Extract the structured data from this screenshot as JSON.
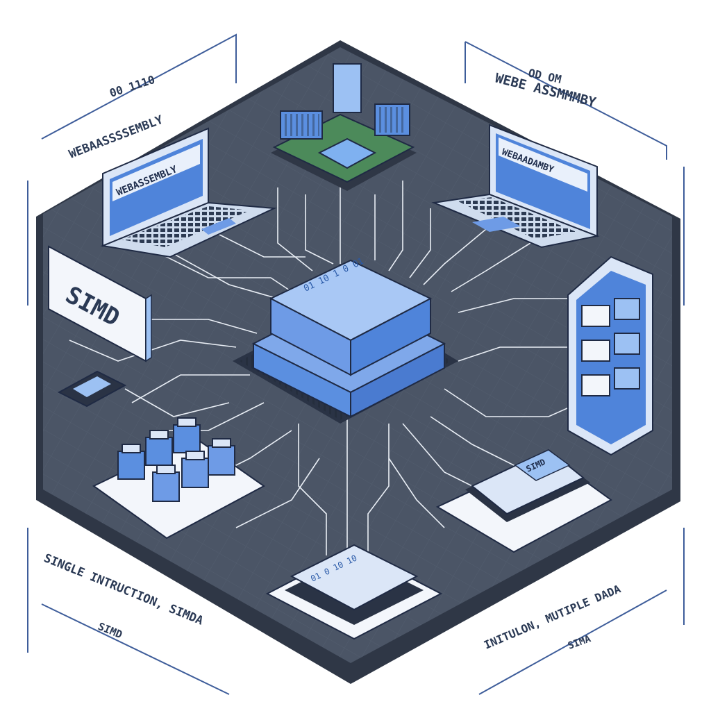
{
  "labels": {
    "binary_top_left": "00 1110",
    "title_left": "WEBAASSSSEMBLY",
    "code_top_right": "OD OM",
    "title_right": "WEBE ASSMMMBY",
    "laptop_left_screen": "WEBASSEMBLY",
    "laptop_right_screen": "WEBAADAMBY",
    "simd_sign": "SIMD",
    "chip_right_label": "SIMD",
    "bottom_left_caption": "SINGLE INTRUCTION, SIMDA",
    "bottom_left_sub": "SIMD",
    "bottom_right_caption": "INITULON, MUTIPLE DADA",
    "bottom_right_sub": "SIMA"
  },
  "chip_text": {
    "main": "01 10 1 0 01",
    "bottom": "01 0 10 10"
  },
  "colors": {
    "board": "#4b5566",
    "board_edge": "#2f3746",
    "trace": "#e9eef5",
    "chip_blue": "#5b8fe0",
    "chip_light": "#9cc1f3",
    "ink": "#1f2a44"
  }
}
